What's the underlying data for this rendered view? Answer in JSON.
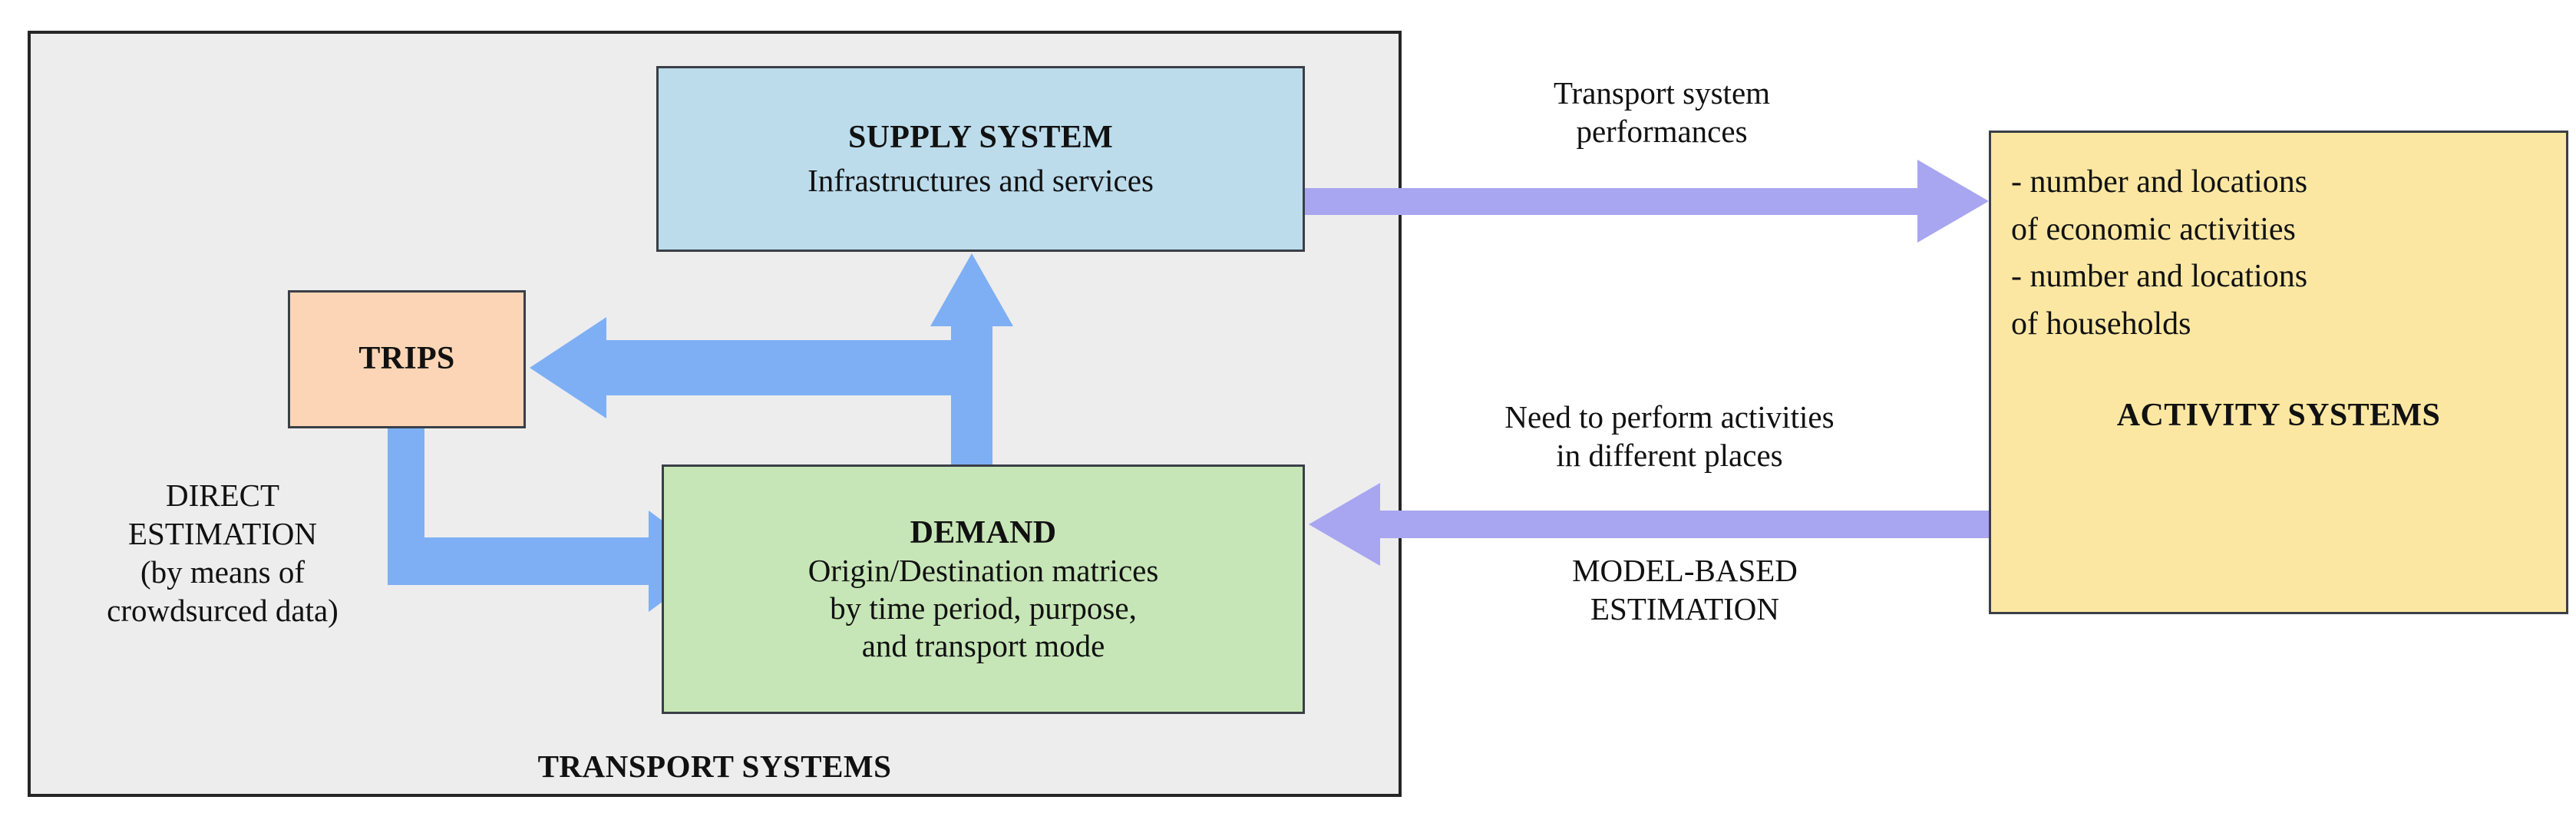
{
  "diagram": {
    "title": "Transport systems and activity systems interaction diagram",
    "container": {
      "label": "TRANSPORT SYSTEMS",
      "fill": "#ededed",
      "border": "#262626"
    },
    "boxes": {
      "supply": {
        "title": "SUPPLY SYSTEM",
        "subtitle": "Infrastructures and services",
        "fill": "#bcdcec"
      },
      "trips": {
        "title": "TRIPS",
        "fill": "#fbd5b5"
      },
      "demand": {
        "title": "DEMAND",
        "line1": "Origin/Destination matrices",
        "line2": "by time period, purpose,",
        "line3": "and transport mode",
        "fill": "#c7e6b7"
      },
      "activity": {
        "line1": "- number and locations",
        "line2": "of economic activities",
        "line3": "- number and locations",
        "line4": "of households",
        "title": "ACTIVITY SYSTEMS",
        "fill": "#fbe7a2"
      }
    },
    "labels": {
      "direct_estimation": "DIRECT\nESTIMATION\n(by means of\ncrowdsurced data)",
      "transport_performances": "Transport system\nperformances",
      "need_activities": "Need to perform activities\nin different places",
      "model_based_estimation": "MODEL-BASED\nESTIMATION"
    },
    "arrows": {
      "blue_fill": "#7eaff5",
      "purple_fill": "#a8a6f0",
      "items": [
        {
          "name": "supply-demand-bidirectional-arrow",
          "color": "blue",
          "from": "SUPPLY SYSTEM",
          "to": "DEMAND",
          "direction": "both"
        },
        {
          "name": "supply-demand-to-trips-arrow",
          "color": "blue",
          "from": "supply/demand link",
          "to": "TRIPS",
          "direction": "left"
        },
        {
          "name": "trips-to-demand-arrow",
          "color": "blue",
          "from": "TRIPS",
          "to": "DEMAND",
          "direction": "right"
        },
        {
          "name": "supply-to-activity-arrow",
          "color": "purple",
          "from": "SUPPLY SYSTEM",
          "to": "ACTIVITY SYSTEMS",
          "direction": "right",
          "label": "Transport system performances"
        },
        {
          "name": "activity-to-demand-arrow",
          "color": "purple",
          "from": "ACTIVITY SYSTEMS",
          "to": "DEMAND",
          "direction": "left",
          "label": "MODEL-BASED ESTIMATION"
        }
      ]
    }
  }
}
